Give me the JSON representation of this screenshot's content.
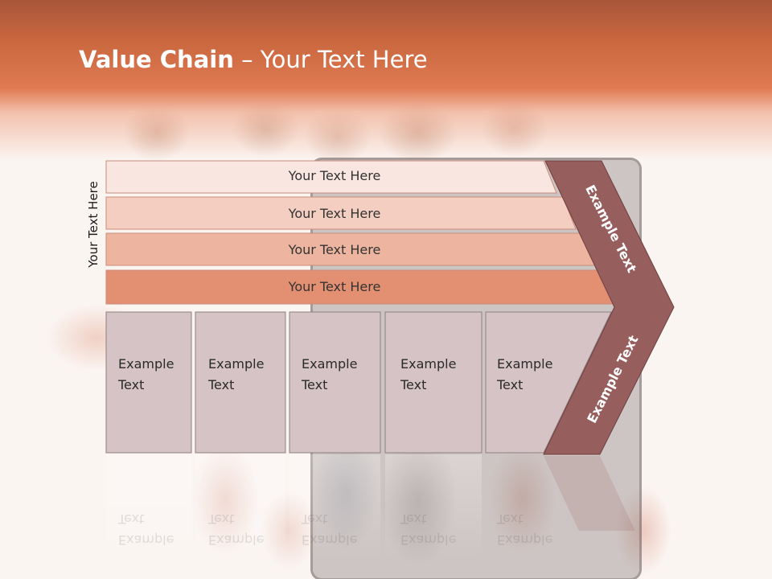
{
  "slide": {
    "title_bold": "Value Chain",
    "title_rest": " – Your Text Here",
    "side_label": "Your Text Here",
    "bands": [
      {
        "label": "Your Text Here",
        "color": "#f9e6e0"
      },
      {
        "label": "Your Text Here",
        "color": "#f4cfc1"
      },
      {
        "label": "Your Text Here",
        "color": "#edb59f"
      },
      {
        "label": "Your Text Here",
        "color": "#e38f72"
      }
    ],
    "boxes": [
      {
        "line1": "Example",
        "line2": "Text"
      },
      {
        "line1": "Example",
        "line2": "Text"
      },
      {
        "line1": "Example",
        "line2": "Text"
      },
      {
        "line1": "Example",
        "line2": "Text"
      },
      {
        "line1": "Example",
        "line2": "Text"
      }
    ],
    "box_color": "#d6c3c5",
    "arrow": {
      "top_label": "Example Text",
      "bottom_label": "Example Text",
      "color": "#975e5e"
    }
  }
}
